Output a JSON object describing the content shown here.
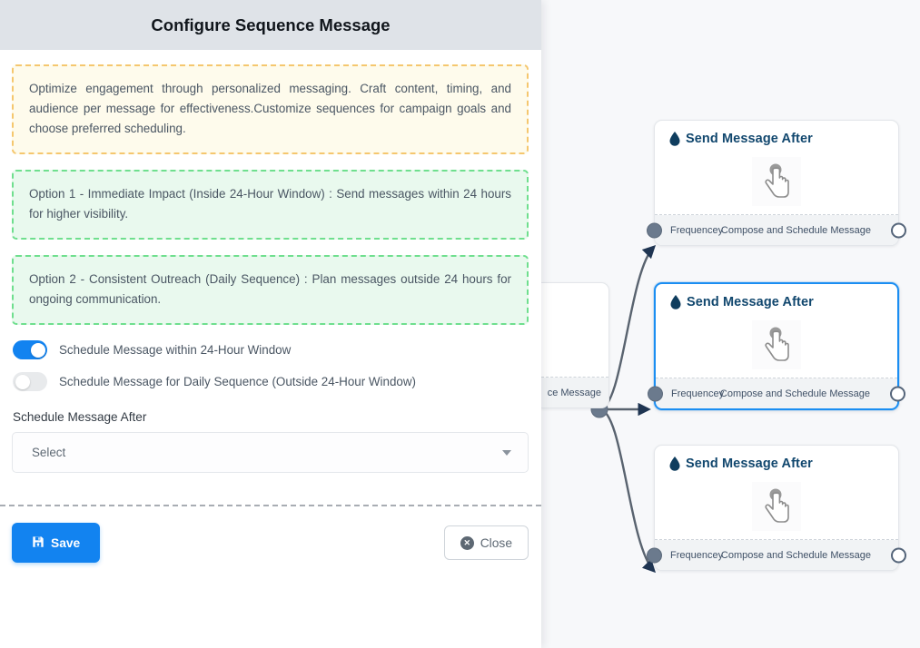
{
  "modal": {
    "title": "Configure Sequence Message",
    "info_boxes": [
      {
        "style": "amber",
        "text": "Optimize engagement through personalized messaging. Craft content, timing, and audience per message for effectiveness.Customize sequences for campaign goals and choose preferred scheduling."
      },
      {
        "style": "green",
        "text": "Option 1 - Immediate Impact (Inside 24-Hour Window) : Send messages within 24 hours for higher visibility."
      },
      {
        "style": "green",
        "text": "Option 2 - Consistent Outreach (Daily Sequence) : Plan messages outside 24 hours for ongoing communication."
      }
    ],
    "toggles": [
      {
        "label": "Schedule Message within 24-Hour Window",
        "state": "on"
      },
      {
        "label": "Schedule Message for Daily Sequence (Outside 24-Hour Window)",
        "state": "off"
      }
    ],
    "schedule_field": {
      "label": "Schedule Message After",
      "value": "Select",
      "caret_icon": "chevron-down-icon"
    },
    "footer": {
      "save_label": "Save",
      "save_icon": "floppy-disk-icon",
      "close_label": "Close",
      "close_icon": "x-circle-icon"
    }
  },
  "canvas": {
    "background_color": "#f7f8fa",
    "hidden_node": {
      "footer_clipped_label": "ce Message"
    },
    "nodes": [
      {
        "title": "Send Message After",
        "icon": "water-drop-icon",
        "center_icon": "pointing-hand-cursor-icon",
        "footer_left": "Frequencey",
        "footer_right": "Compose and Schedule Message",
        "selected": false
      },
      {
        "title": "Send Message After",
        "icon": "water-drop-icon",
        "center_icon": "pointing-hand-cursor-icon",
        "footer_left": "Frequencey",
        "footer_right": "Compose and Schedule Message",
        "selected": true
      },
      {
        "title": "Send Message After",
        "icon": "water-drop-icon",
        "center_icon": "pointing-hand-cursor-icon",
        "footer_left": "Frequencey",
        "footer_right": "Compose and Schedule Message",
        "selected": false
      }
    ]
  },
  "colors": {
    "accent_blue": "#1283f0",
    "selected_border": "#1b8ef2",
    "node_title": "#11476e",
    "edge": "#59636f",
    "amber_border": "#f5c76e",
    "amber_bg": "#fefbec",
    "green_border": "#6fdf8e",
    "green_bg": "#e9f9ee",
    "header_bg": "#dfe3e8"
  }
}
